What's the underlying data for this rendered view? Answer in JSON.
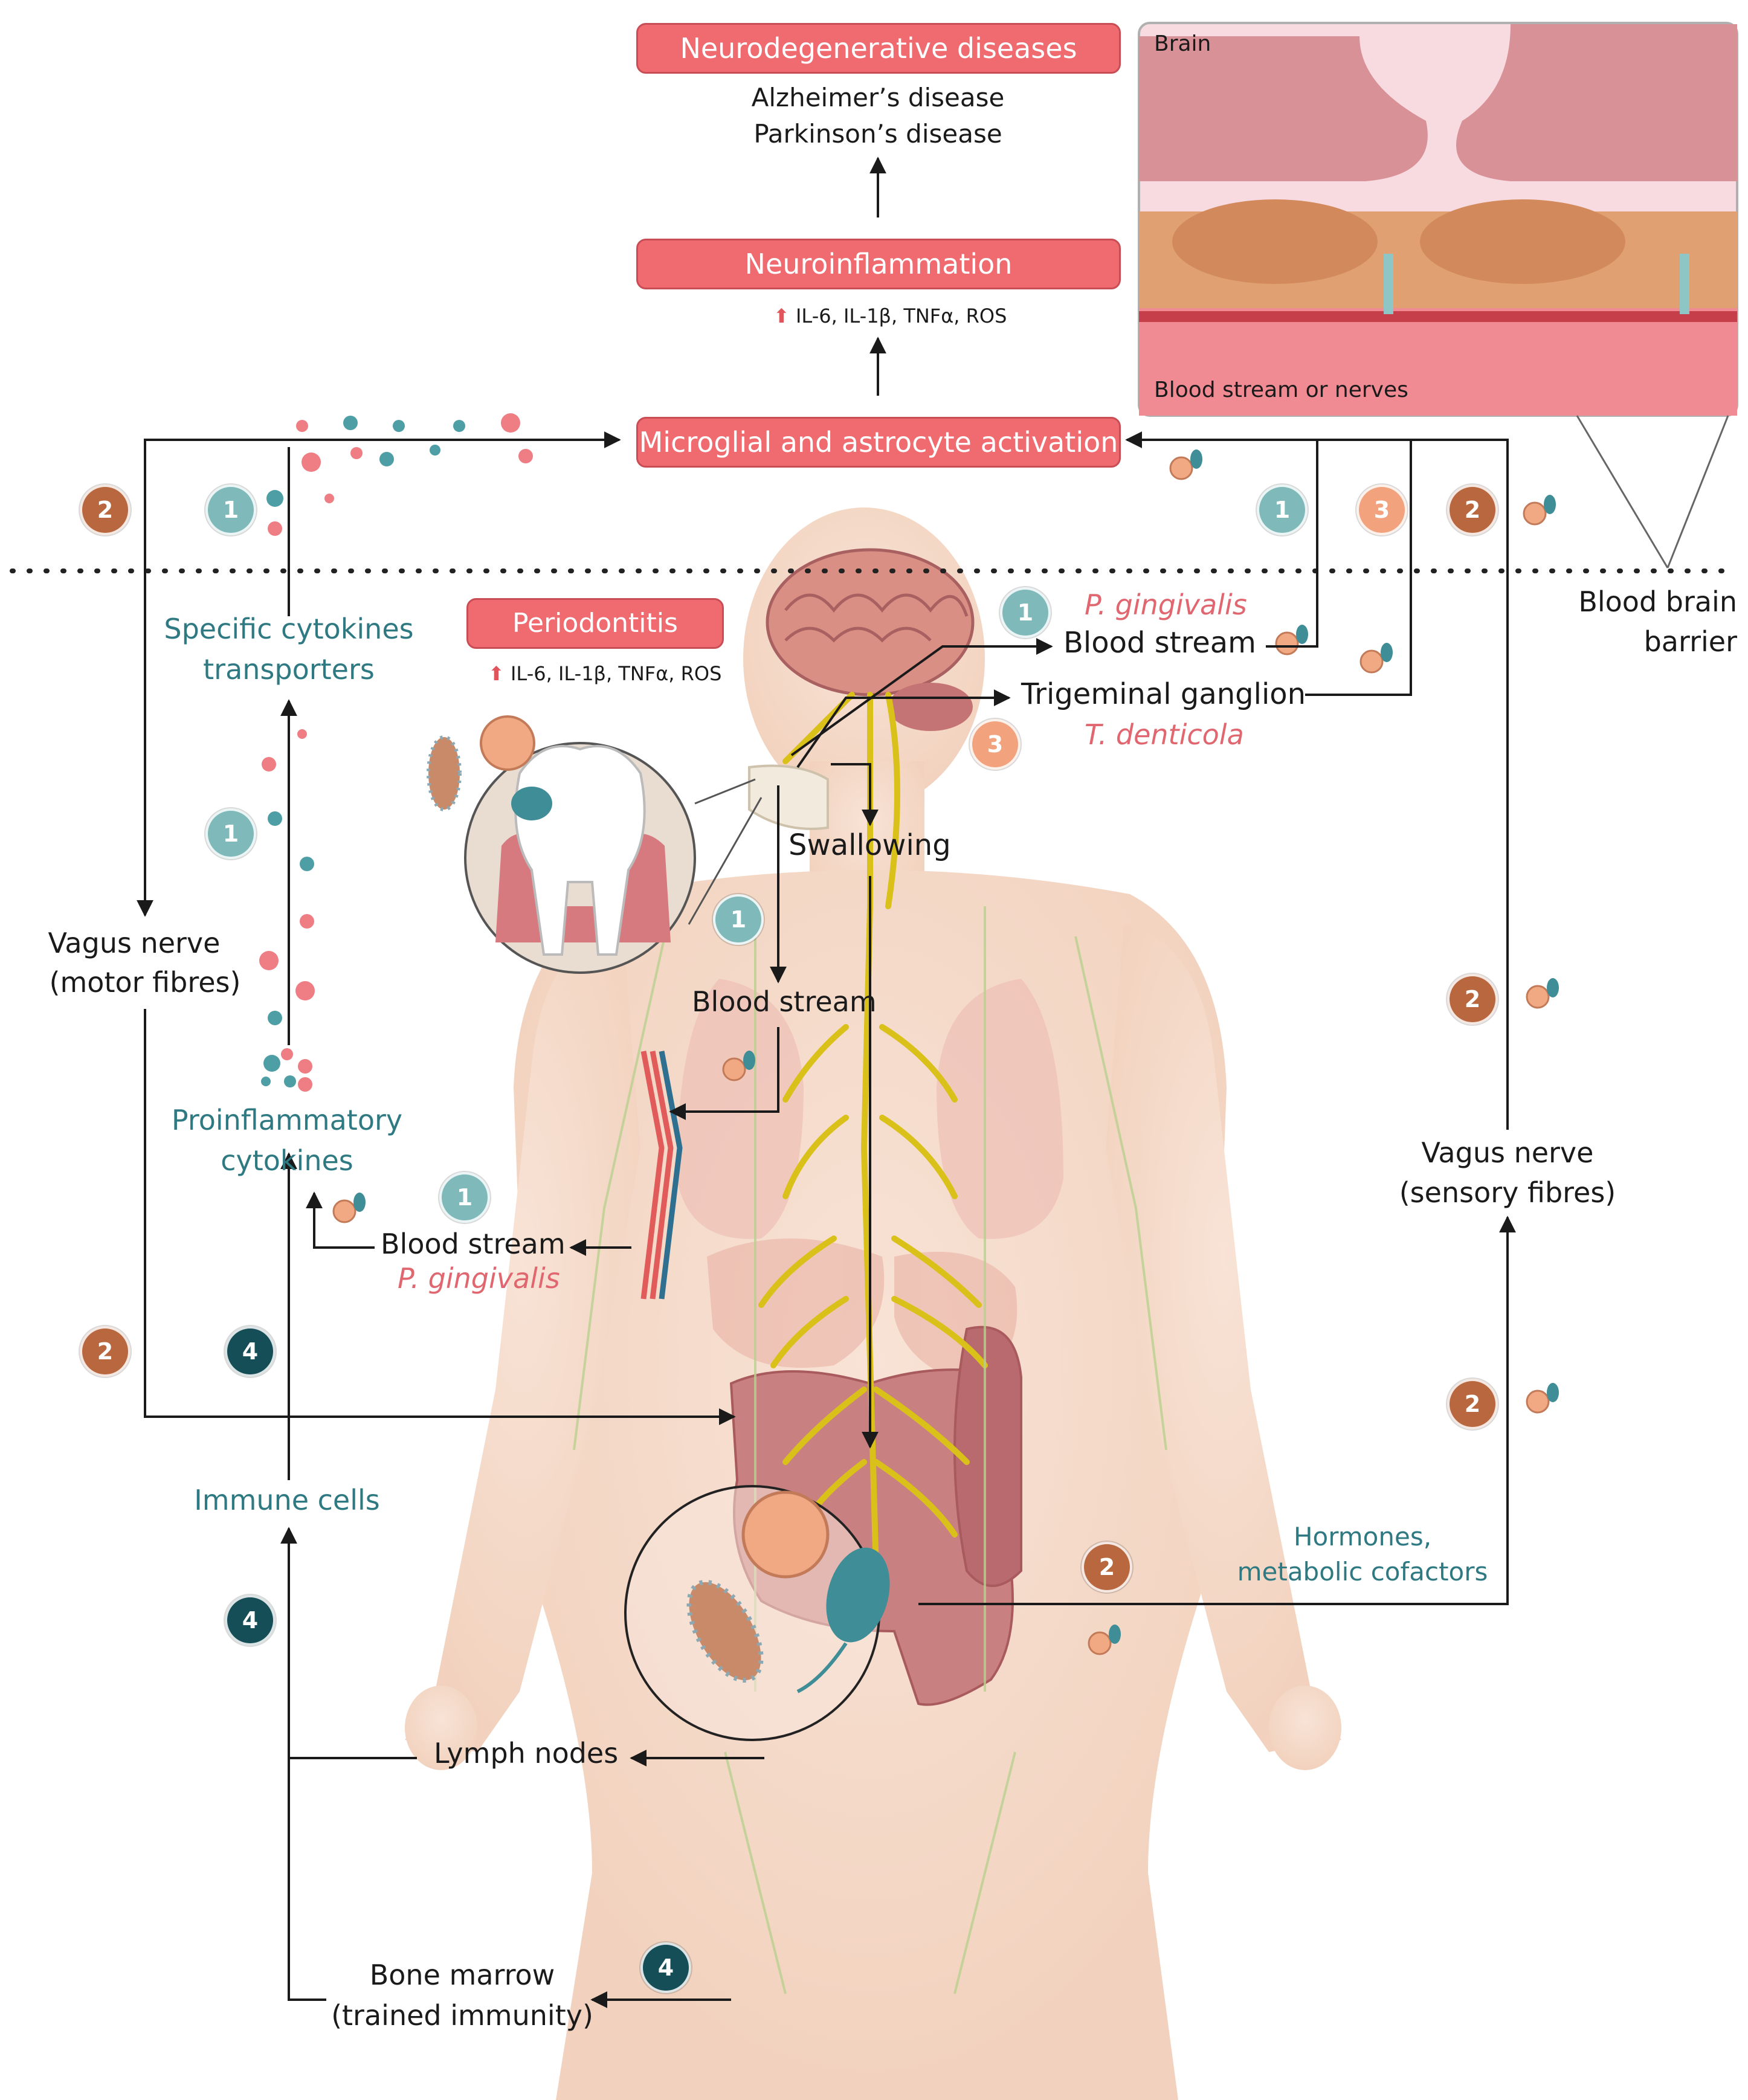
{
  "title_boxes": {
    "neurodegenerative": "Neurodegenerative diseases",
    "neuroinflammation": "Neuroinflammation",
    "microglial": "Microglial and astrocyte activation",
    "periodontitis": "Periodontitis"
  },
  "diseases": {
    "alzheimers": "Alzheimer’s disease",
    "parkinsons": "Parkinson’s disease"
  },
  "markers": {
    "neuro": "IL-6, IL-1β, TNFα, ROS",
    "perio": "IL-6, IL-1β, TNFα, ROS"
  },
  "inset": {
    "brain": "Brain",
    "blood": "Blood  stream or nerves"
  },
  "bbb": {
    "line1": "Blood brain",
    "line2": "barrier"
  },
  "left": {
    "specific_line1": "Specific cytokines",
    "specific_line2": "transporters",
    "vagus_motor_line1": "Vagus nerve",
    "vagus_motor_line2": "(motor fibres)",
    "proinflam_line1": "Proinflammatory",
    "proinflam_line2": "cytokines",
    "blood_stream_low": "Blood  stream",
    "pging_low": "P. gingivalis",
    "immune_cells": "Immune cells",
    "lymph_nodes": "Lymph nodes",
    "bone_marrow_line1": "Bone marrow",
    "bone_marrow_line2": "(trained immunity)"
  },
  "center": {
    "pging_top": "P. gingivalis",
    "blood_stream_top": "Blood  stream",
    "trigeminal": "Trigeminal ganglion",
    "tdenticola": "T. denticola",
    "swallowing": "Swallowing",
    "blood_stream_mid": "Blood stream"
  },
  "right": {
    "vagus_sensory_line1": "Vagus nerve",
    "vagus_sensory_line2": "(sensory fibres)",
    "hormones_line1": "Hormones,",
    "hormones_line2": "metabolic cofactors"
  },
  "badges": {
    "b1": "1",
    "b2": "2",
    "b3": "3",
    "b4": "4"
  },
  "colors": {
    "box_red": "#ef6b70",
    "teal_text": "#2f7a82",
    "pink_text": "#e0666f",
    "badge_1": "#7fb9b9",
    "badge_2": "#b8673e",
    "badge_3": "#f2a37e",
    "badge_4": "#164e58",
    "skin": "#f6dccc",
    "nerve_yellow": "#d9c11a"
  }
}
